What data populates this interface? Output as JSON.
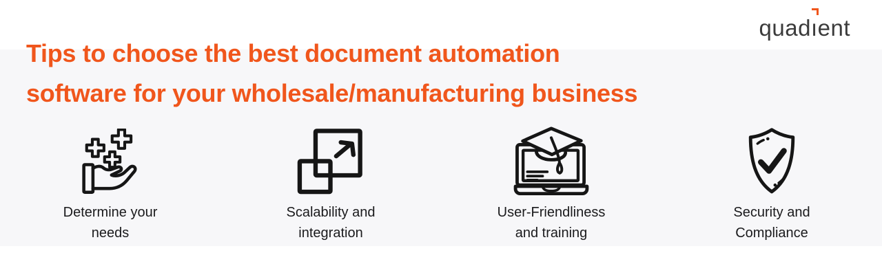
{
  "page": {
    "background": "#ffffff",
    "band_color": "#f7f7f9"
  },
  "logo": {
    "name": "quadient",
    "part1": "quad",
    "part_i": "ı",
    "part2": "ent",
    "text_color": "#3b3b3b",
    "accent_color": "#f0561c"
  },
  "headline": {
    "line1": "Tips to choose the best document automation",
    "line2": "software for your wholesale/manufacturing business",
    "color": "#f0561c"
  },
  "features": [
    {
      "icon": "hand-sparkles-icon",
      "label_line1": "Determine your",
      "label_line2": "needs"
    },
    {
      "icon": "scale-squares-icon",
      "label_line1": "Scalability and",
      "label_line2": "integration"
    },
    {
      "icon": "laptop-graduation-icon",
      "label_line1": "User-Friendliness",
      "label_line2": "and training"
    },
    {
      "icon": "shield-check-icon",
      "label_line1": "Security and",
      "label_line2": "Compliance"
    }
  ]
}
